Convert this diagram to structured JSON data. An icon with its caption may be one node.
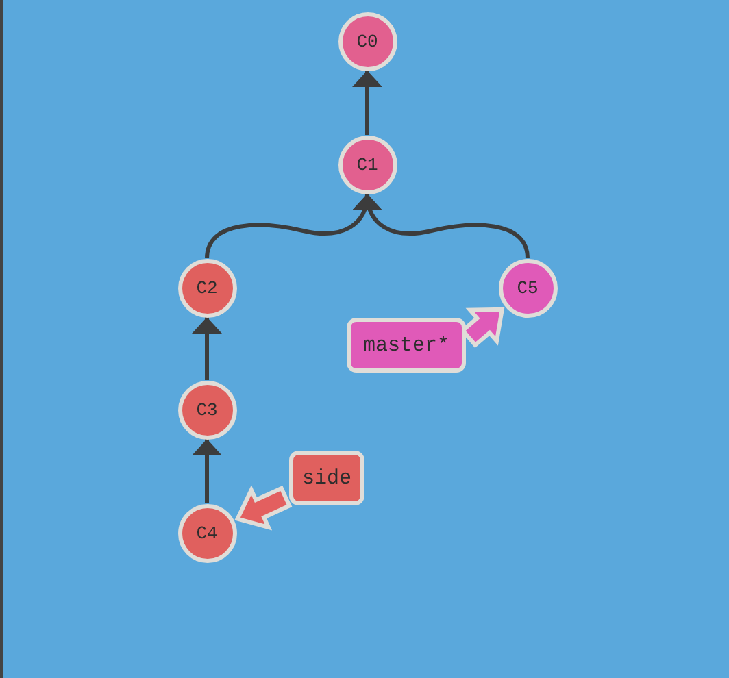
{
  "diagram": {
    "nodes": [
      {
        "text": [
          "C0"
        ]
      },
      {
        "text": [
          "C1"
        ]
      },
      {
        "text": [
          "C2"
        ]
      },
      {
        "text": [
          "C5"
        ]
      },
      {
        "text": [
          "master*"
        ]
      },
      {
        "text": [
          "C3"
        ]
      },
      {
        "text": [
          "side"
        ]
      },
      {
        "text": [
          "C4"
        ]
      }
    ],
    "edges": [
      {
        "from": 1,
        "to": 0,
        "arrow": "to"
      },
      {
        "from": 2,
        "to": 1,
        "arrow": "to"
      },
      {
        "from": 3,
        "to": 1,
        "arrow": "to"
      },
      {
        "from": 5,
        "to": 2,
        "arrow": "to"
      },
      {
        "from": 7,
        "to": 5,
        "arrow": "to"
      },
      {
        "from": 4,
        "to": 3,
        "arrow": "to",
        "style": "thick",
        "color": "#e05ab8"
      },
      {
        "from": 6,
        "to": 7,
        "arrow": "to",
        "style": "thick",
        "color": "#e35f5f"
      }
    ]
  }
}
